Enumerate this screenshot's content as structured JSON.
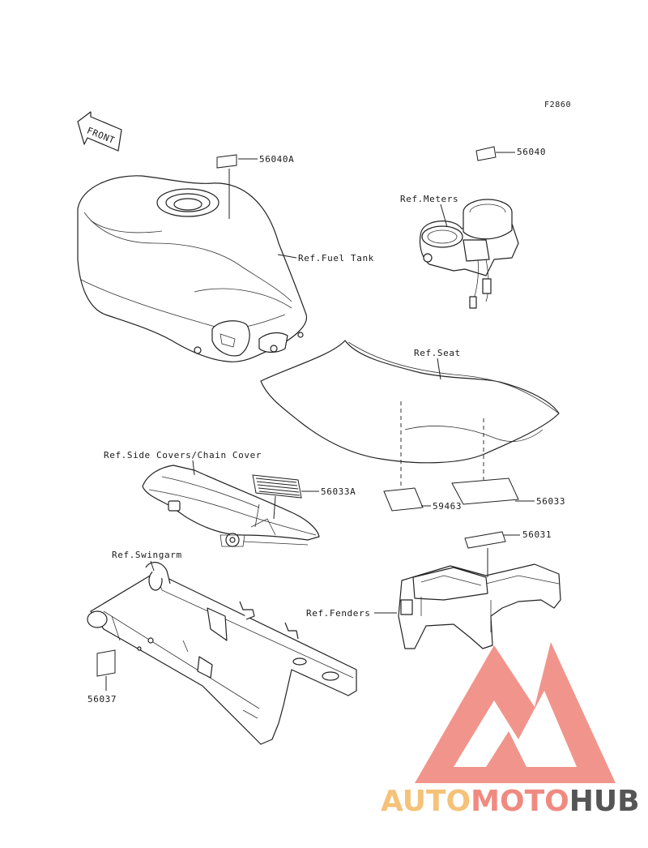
{
  "figure_code": "F2860",
  "front_label": "FRONT",
  "callouts": {
    "p56040A": "56040A",
    "p56040": "56040",
    "ref_meters": "Ref.Meters",
    "ref_fuel_tank": "Ref.Fuel Tank",
    "ref_seat": "Ref.Seat",
    "ref_side_covers": "Ref.Side Covers/Chain Cover",
    "p56033A": "56033A",
    "p59463": "59463",
    "p56033": "56033",
    "p56031": "56031",
    "ref_swingarm": "Ref.Swingarm",
    "ref_fenders": "Ref.Fenders",
    "p56037": "56037"
  },
  "watermark": {
    "part1": "AUTO",
    "part2": "MOTO",
    "part3": "HUB",
    "color1": "#f5c27a",
    "color2": "#f08a80",
    "color3": "#555555"
  }
}
